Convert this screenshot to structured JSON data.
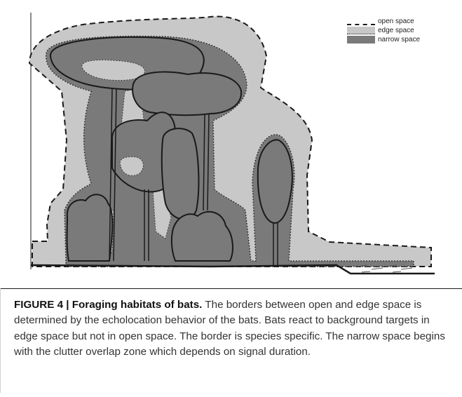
{
  "legend": {
    "items": [
      {
        "label": "open space",
        "color": "#ffffff"
      },
      {
        "label": "edge space",
        "color": "#c8c8c8"
      },
      {
        "label": "narrow space",
        "color": "#7a7a7a"
      }
    ]
  },
  "caption": {
    "label": "FIGURE 4 |",
    "title": "Foraging habitats of bats.",
    "text": "The borders between open and edge space is determined by the echolocation behavior of the bats. Bats react to background targets in edge space but not in open space. The border is species specific. The narrow space begins with the clutter overlap zone which depends on signal duration."
  },
  "colors": {
    "edge_space": "#c8c8c8",
    "narrow_space": "#7a7a7a",
    "outline": "#1a1a1a"
  }
}
